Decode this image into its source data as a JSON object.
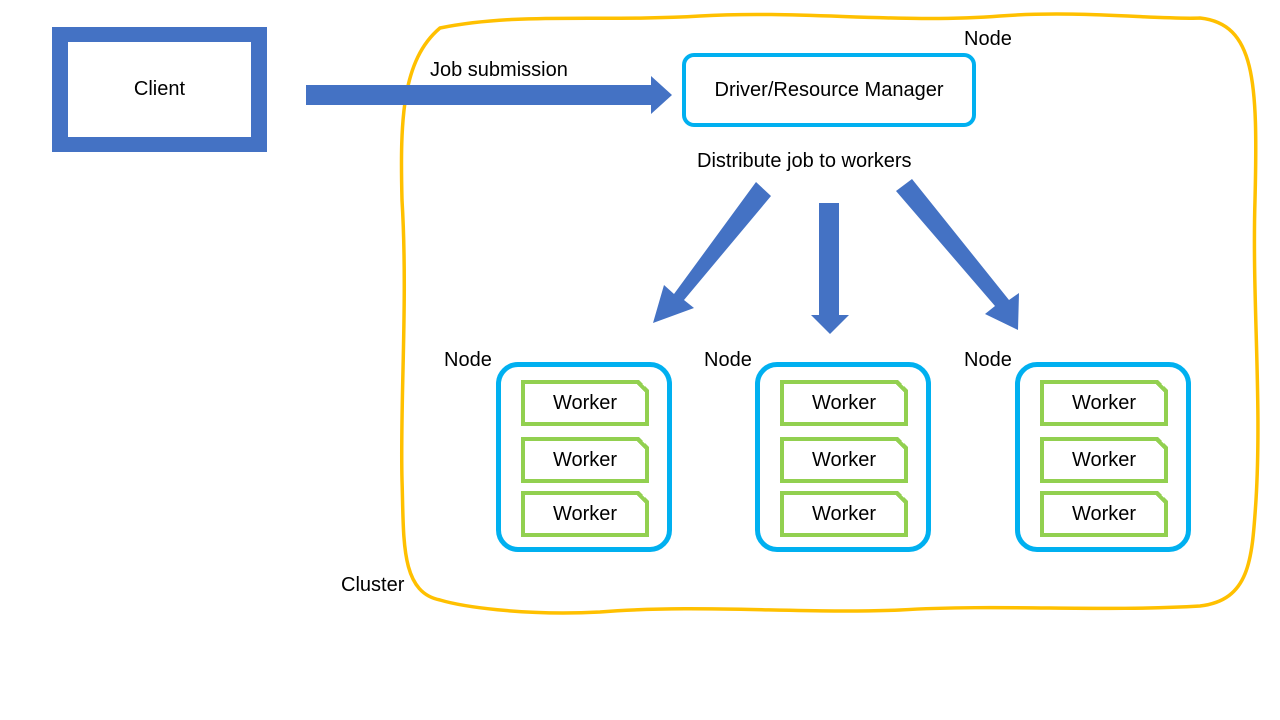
{
  "client": {
    "label": "Client"
  },
  "edge_submit": {
    "label": "Job submission"
  },
  "driver": {
    "label": "Driver/Resource Manager",
    "node_label": "Node"
  },
  "edge_distribute": {
    "label": "Distribute job to workers"
  },
  "cluster": {
    "label": "Cluster"
  },
  "nodes": [
    {
      "label": "Node",
      "workers": [
        "Worker",
        "Worker",
        "Worker"
      ]
    },
    {
      "label": "Node",
      "workers": [
        "Worker",
        "Worker",
        "Worker"
      ]
    },
    {
      "label": "Node",
      "workers": [
        "Worker",
        "Worker",
        "Worker"
      ]
    }
  ],
  "colors": {
    "client": "#4472c4",
    "arrow": "#4472c4",
    "cluster": "#ffc000",
    "node": "#00b0f0",
    "worker": "#92d050"
  }
}
